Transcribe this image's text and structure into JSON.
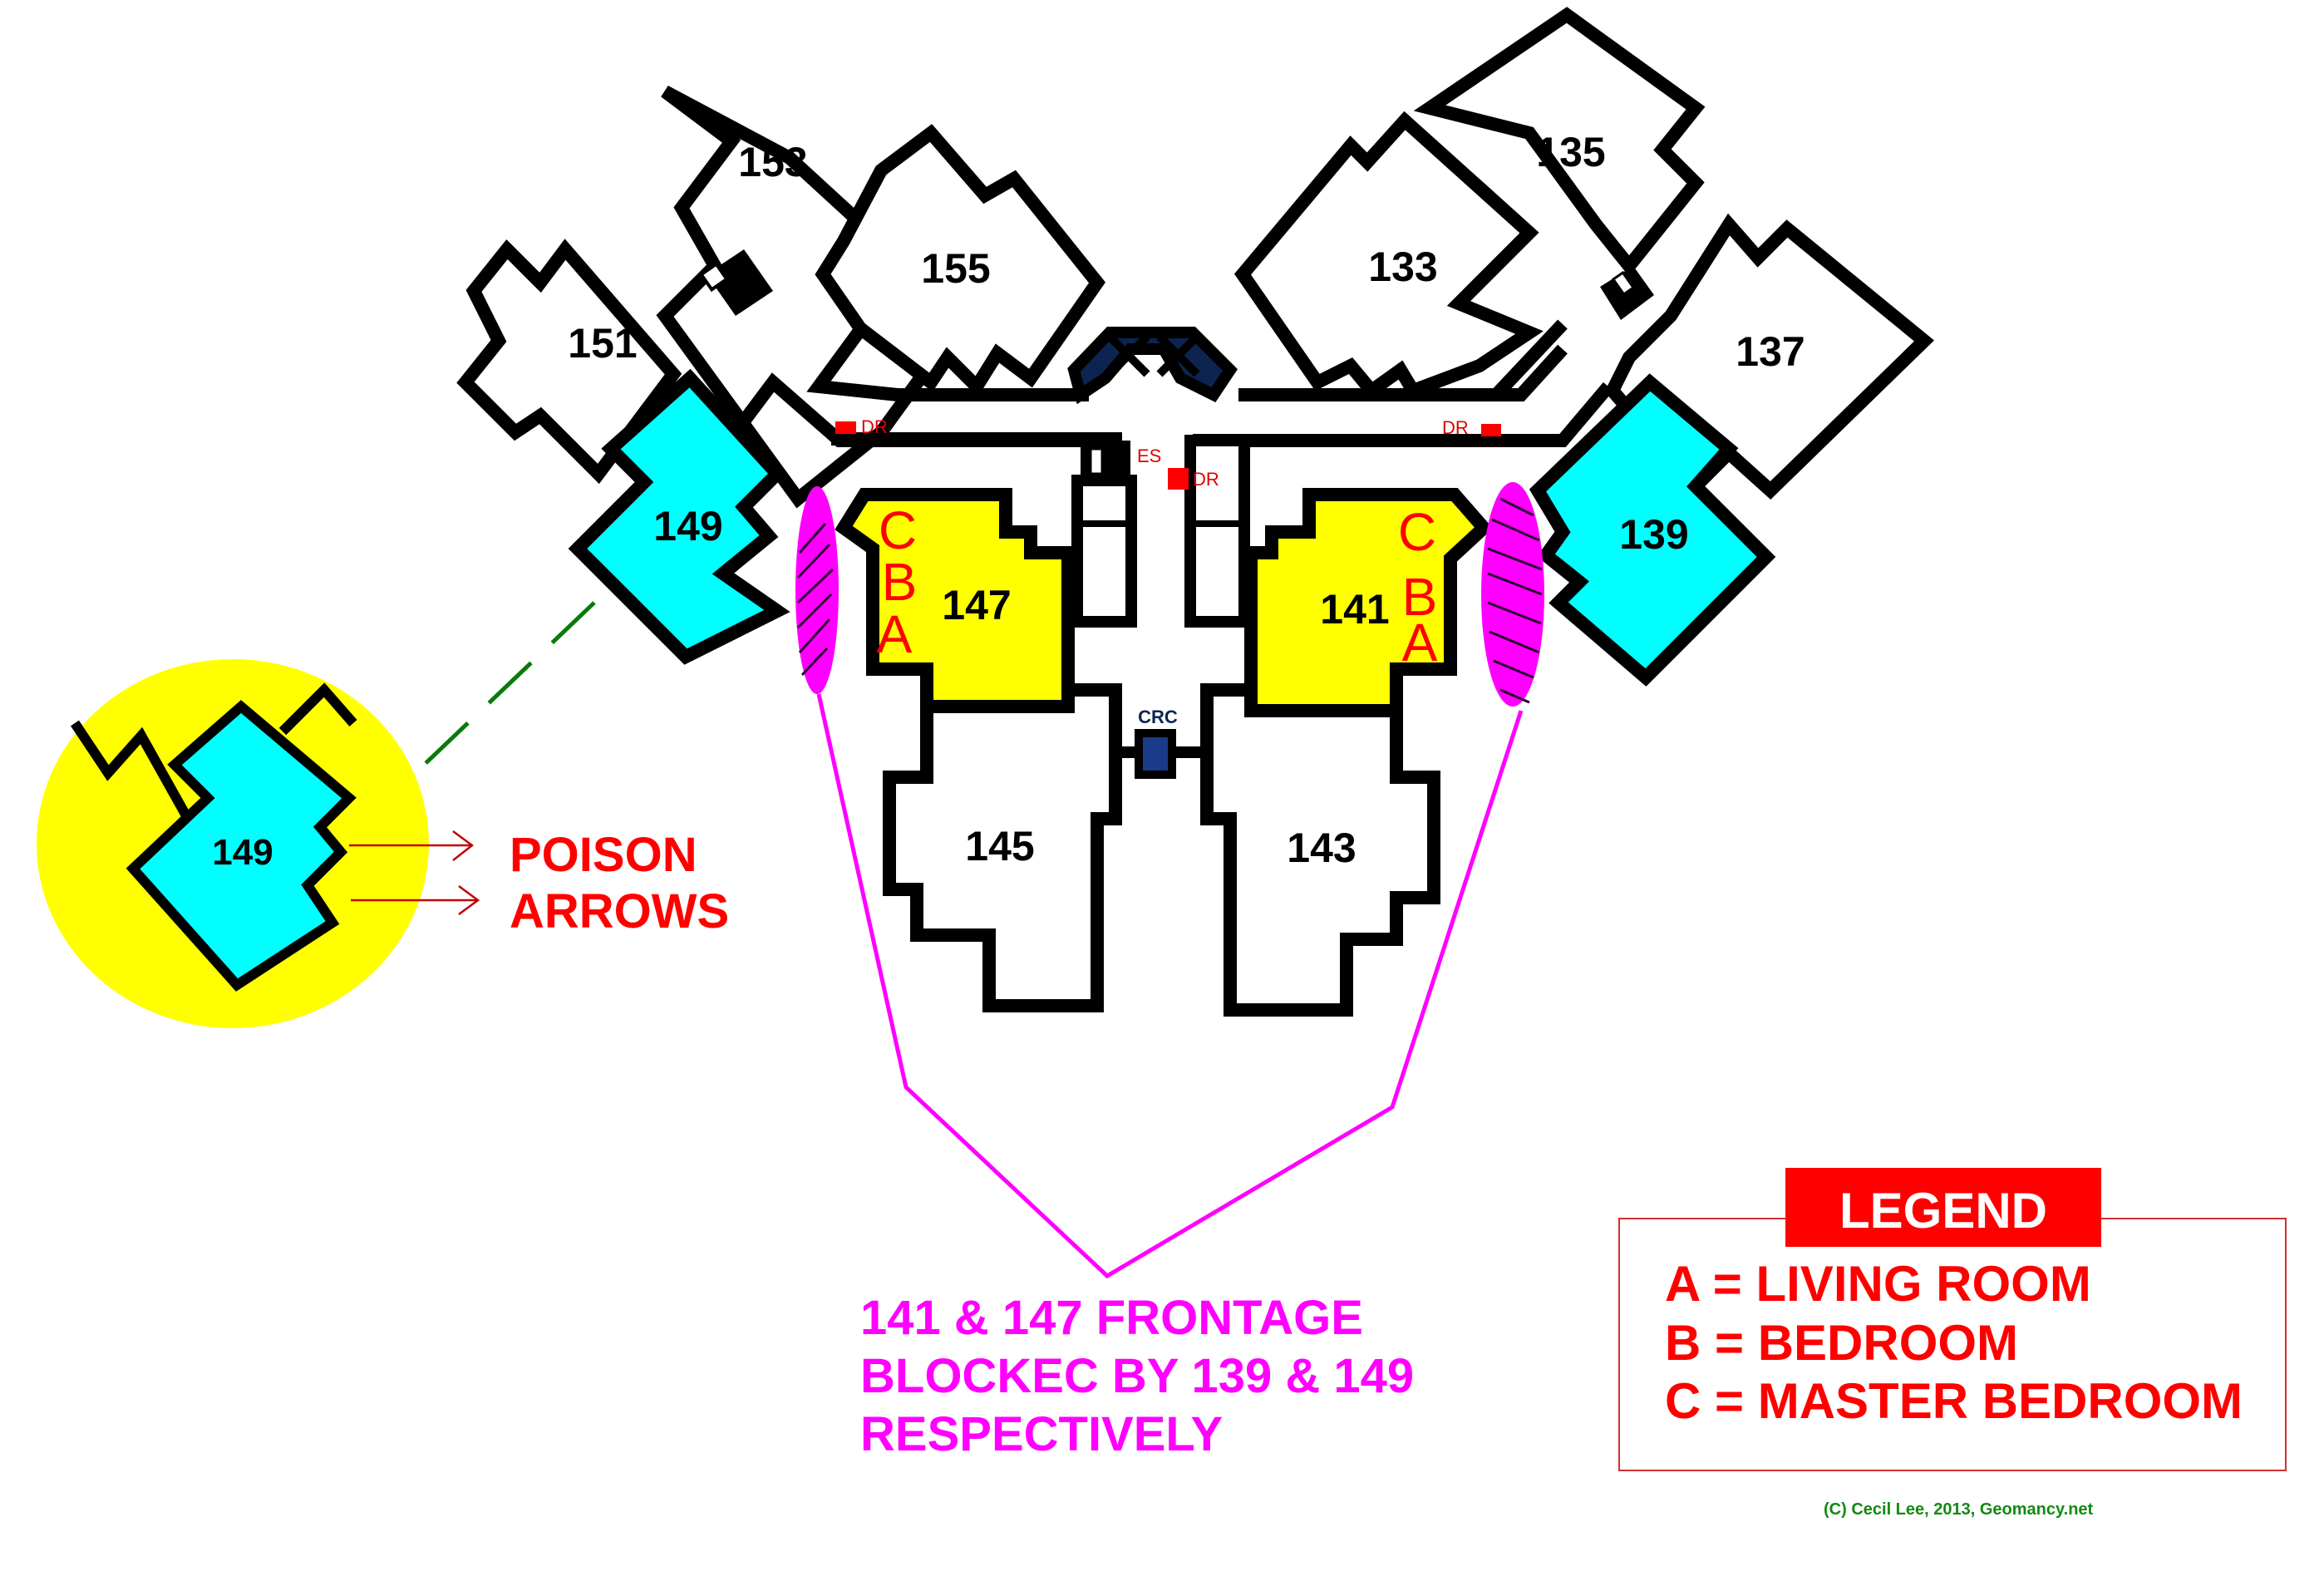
{
  "units": {
    "u153": "153",
    "u155": "155",
    "u151": "151",
    "u149": "149",
    "u135": "135",
    "u133": "133",
    "u137": "137",
    "u139": "139",
    "u147": "147",
    "u141": "141",
    "u145": "145",
    "u143": "143"
  },
  "room_letters": {
    "c": "C",
    "b": "B",
    "a": "A"
  },
  "markers": {
    "dr": "DR",
    "es": "ES",
    "crc": "CRC"
  },
  "inset": {
    "unit": "149",
    "poison_line1": "POISON",
    "poison_line2": "ARROWS"
  },
  "note": {
    "line1": "141 & 147 FRONTAGE",
    "line2": "BLOCKEC BY 139 & 149",
    "line3": "RESPECTIVELY"
  },
  "legend": {
    "title": "LEGEND",
    "items": [
      "A = LIVING ROOM",
      "B = BEDROOM",
      "C = MASTER BEDROOM"
    ]
  },
  "credit": "(C) Cecil Lee, 2013, Geomancy.net",
  "colors": {
    "highlight_blocking": "#00ffff",
    "highlight_blocked": "#ffff00",
    "annotation": "#ff00ff",
    "poison": "#ff0000",
    "legend": "#ff0000",
    "credit": "#128a12"
  }
}
